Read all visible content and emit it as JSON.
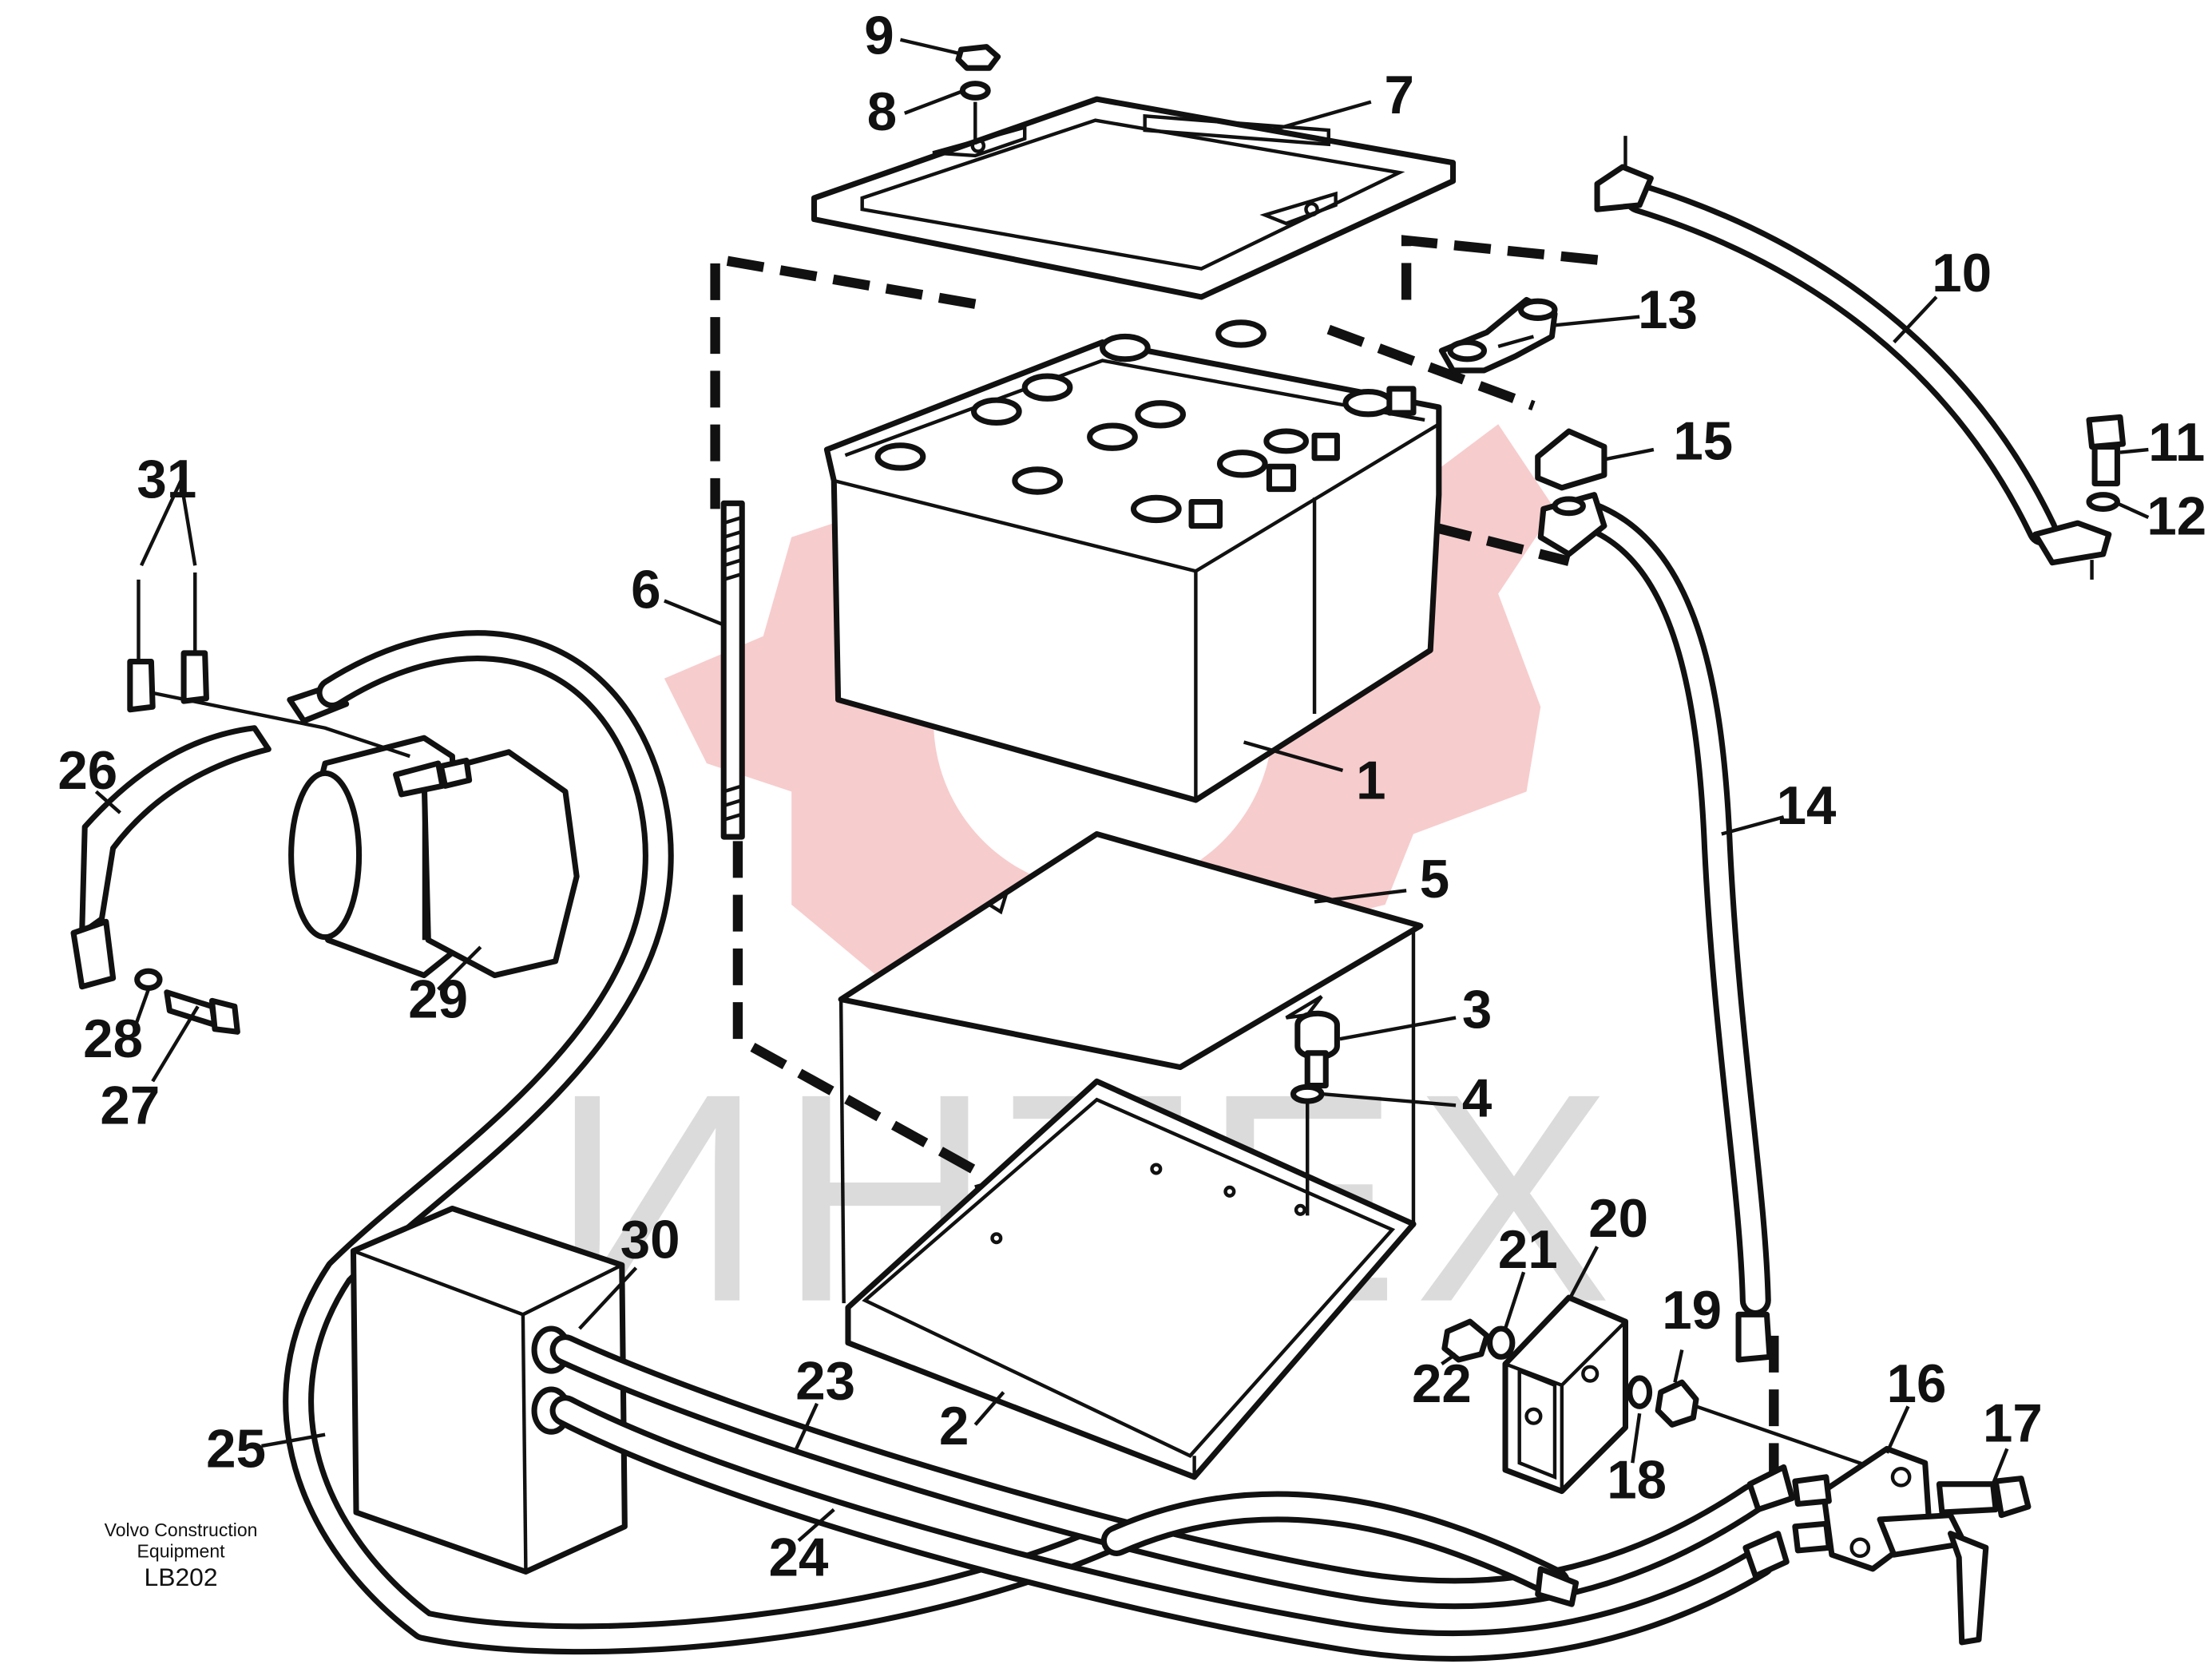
{
  "diagram": {
    "watermark_text": "ИНТЕХ",
    "credit": {
      "line1": "Volvo Construction",
      "line2": "Equipment",
      "code": "LB202"
    },
    "part_labels": [
      "1",
      "2",
      "3",
      "4",
      "5",
      "6",
      "7",
      "8",
      "9",
      "10",
      "11",
      "12",
      "13",
      "14",
      "15",
      "16",
      "17",
      "18",
      "19",
      "20",
      "21",
      "22",
      "23",
      "24",
      "25",
      "26",
      "27",
      "28",
      "29",
      "30",
      "31"
    ]
  }
}
